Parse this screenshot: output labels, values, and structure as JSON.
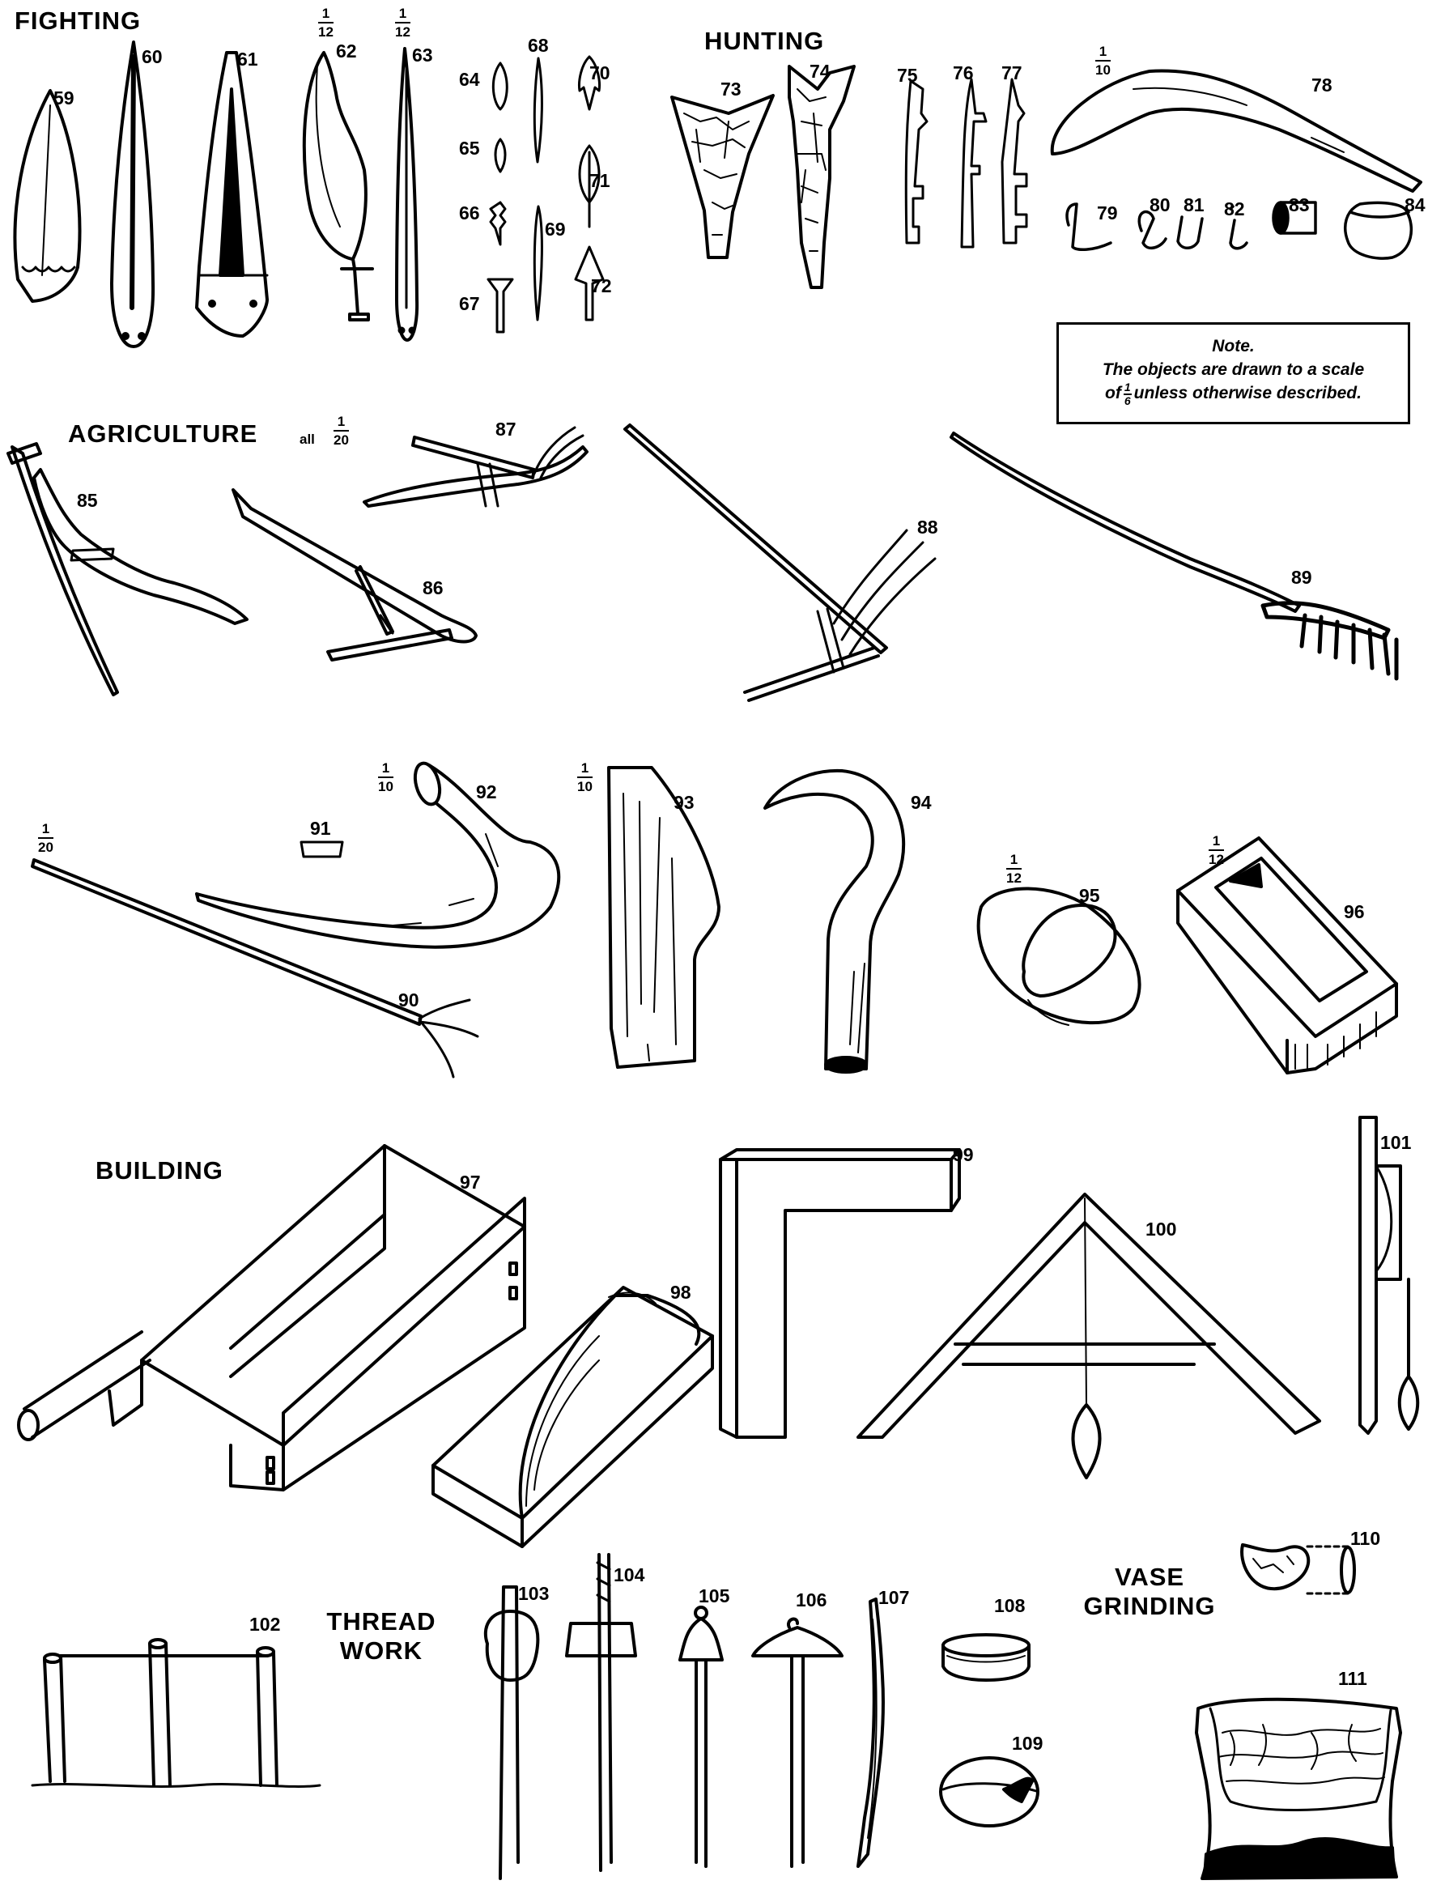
{
  "sections": {
    "fighting": "FIGHTING",
    "hunting": "HUNTING",
    "agriculture": "AGRICULTURE",
    "agriculture_all": "all",
    "building": "BUILDING",
    "thread_work_1": "THREAD",
    "thread_work_2": "WORK",
    "vase_grinding_1": "VASE",
    "vase_grinding_2": "GRINDING"
  },
  "note": {
    "title": "Note.",
    "line1": "The objects are drawn to a scale",
    "line2_pre": "of",
    "line2_num": "1",
    "line2_den": "6",
    "line2_post": "unless otherwise described."
  },
  "scales": {
    "s62_n": "1",
    "s62_d": "12",
    "s63_n": "1",
    "s63_d": "12",
    "s78_n": "1",
    "s78_d": "10",
    "agri_n": "1",
    "agri_d": "20",
    "s90_n": "1",
    "s90_d": "20",
    "s92_n": "1",
    "s92_d": "10",
    "s93_n": "1",
    "s93_d": "10",
    "s95_n": "1",
    "s95_d": "12",
    "s96_n": "1",
    "s96_d": "12"
  },
  "numbers": [
    "59",
    "60",
    "61",
    "62",
    "63",
    "64",
    "65",
    "66",
    "67",
    "68",
    "69",
    "70",
    "71",
    "72",
    "73",
    "74",
    "75",
    "76",
    "77",
    "78",
    "79",
    "80",
    "81",
    "82",
    "83",
    "84",
    "85",
    "86",
    "87",
    "88",
    "89",
    "90",
    "91",
    "92",
    "93",
    "94",
    "95",
    "96",
    "97",
    "98",
    "99",
    "100",
    "101",
    "102",
    "103",
    "104",
    "105",
    "106",
    "107",
    "108",
    "109",
    "110",
    "111"
  ],
  "colors": {
    "ink": "#000000",
    "paper": "#ffffff"
  }
}
